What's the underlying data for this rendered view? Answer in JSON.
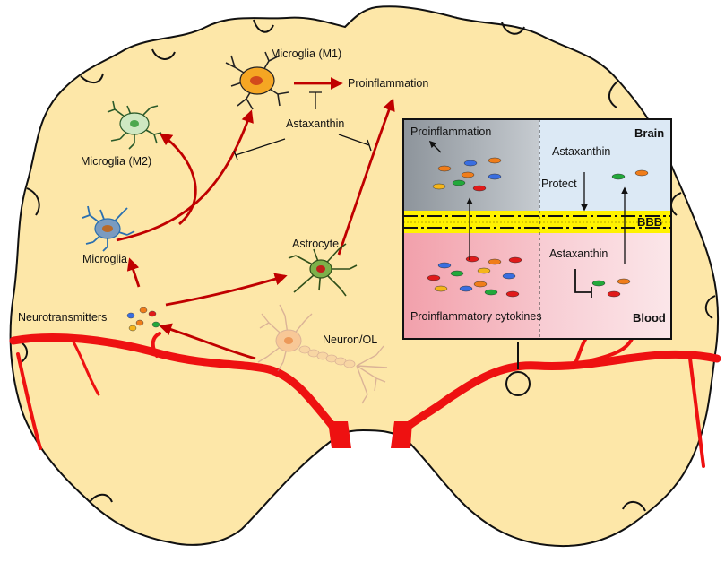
{
  "labels": {
    "microglia_m1": "Microglia (M1)",
    "proinflammation_top": "Proinflammation",
    "microglia_m2": "Microglia (M2)",
    "astaxanthin_main": "Astaxanthin",
    "microglia": "Microglia",
    "astrocyte": "Astrocyte",
    "neurotransmitters": "Neurotransmitters",
    "neuron_ol": "Neuron/OL"
  },
  "inset": {
    "proinflammation": "Proinflammation",
    "brain": "Brain",
    "astaxanthin_top": "Astaxanthin",
    "protect": "Protect",
    "bbb": "BBB",
    "astaxanthin_bottom": "Astaxanthin",
    "cytokines": "Proinflammatory cytokines",
    "blood": "Blood"
  },
  "colors": {
    "brain_fill": "#fde7a8",
    "vessel": "#ee1111",
    "arrow": "#c00000",
    "inset_gray": "#9aa1a8",
    "inset_blue": "#dce9f5",
    "inset_red": "#f19aa6",
    "inset_pink": "#f9d2d8",
    "bbb_yellow": "#fff200"
  }
}
